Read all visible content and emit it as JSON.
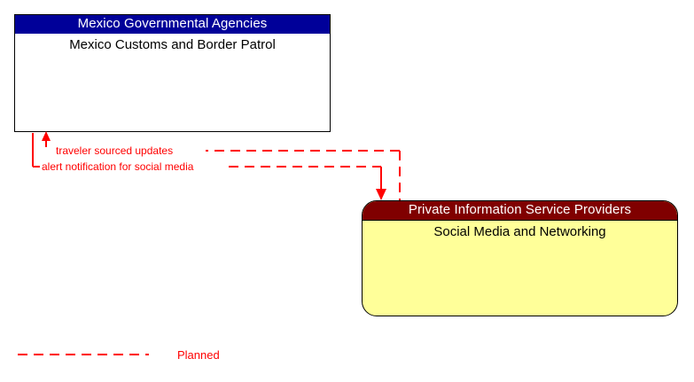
{
  "diagram": {
    "type": "architecture-flow-diagram",
    "background": "#ffffff",
    "nodes": [
      {
        "id": "agency",
        "header": "Mexico Governmental Agencies",
        "title": "Mexico Customs and Border Patrol",
        "header_color": "#000099",
        "body_color": "#ffffff",
        "shape": "rectangle"
      },
      {
        "id": "social",
        "header": "Private Information Service Providers",
        "title": "Social Media and Networking",
        "header_color": "#800000",
        "body_color": "#ffff99",
        "shape": "rounded-rectangle"
      }
    ],
    "flows": [
      {
        "id": "traveler",
        "label": "traveler sourced updates",
        "from": "social",
        "to": "agency",
        "style": "planned",
        "color": "#ff0000"
      },
      {
        "id": "alert",
        "label": "alert notification for social media",
        "from": "agency",
        "to": "social",
        "style": "planned",
        "color": "#ff0000"
      }
    ],
    "legend": {
      "items": [
        {
          "label": "Planned",
          "style": "dashed",
          "color": "#ff0000"
        }
      ]
    }
  }
}
